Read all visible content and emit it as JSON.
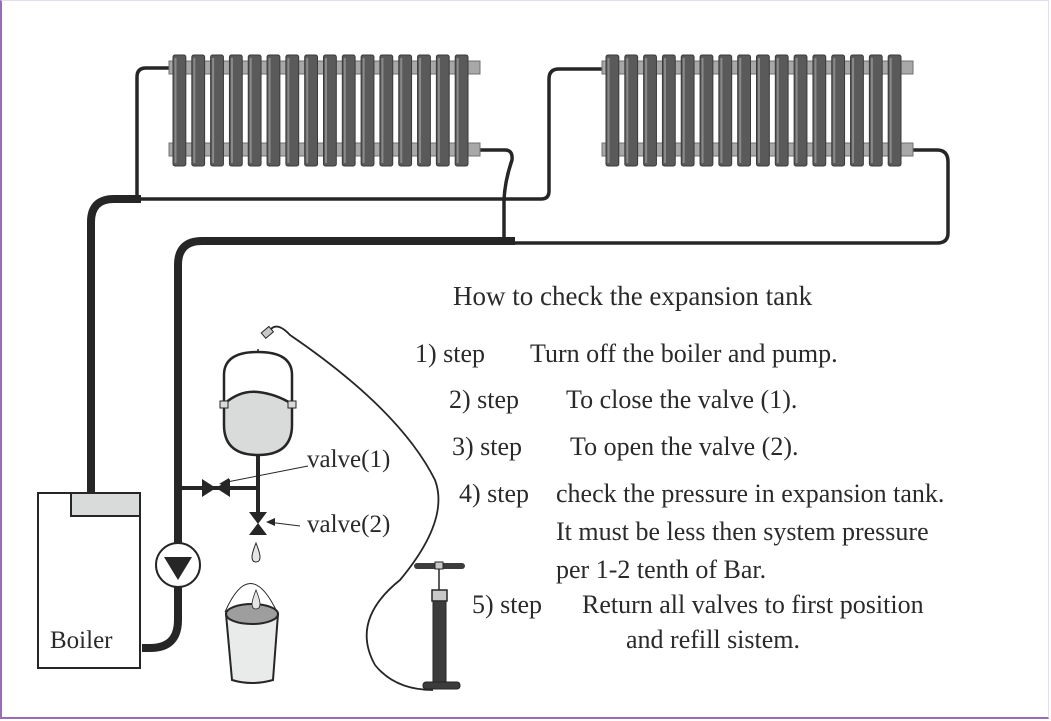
{
  "diagram": {
    "title": "How to check the expansion tank",
    "components": {
      "boiler_label": "Boiler",
      "valve1_label": "valve(1)",
      "valve2_label": "valve(2)"
    },
    "steps": [
      {
        "number": "1) step",
        "lines": [
          "Turn off the boiler and pump."
        ]
      },
      {
        "number": "2) step",
        "lines": [
          "To close the valve (1)."
        ]
      },
      {
        "number": "3) step",
        "lines": [
          "To open the valve (2)."
        ]
      },
      {
        "number": "4) step",
        "lines": [
          "check the pressure in expansion tank.",
          "It must be less then system pressure",
          "per 1-2 tenth of Bar."
        ]
      },
      {
        "number": "5) step",
        "lines": [
          "Return all valves to first position",
          "and refill sistem."
        ]
      }
    ],
    "icons": {
      "radiator_1": "radiator-icon",
      "radiator_2": "radiator-icon",
      "boiler": "boiler-icon",
      "pump": "circulation-pump-icon",
      "expansion_tank": "expansion-tank-icon",
      "valve_1": "valve-icon",
      "valve_2": "valve-icon",
      "water_drop": "water-drop-icon",
      "bucket": "bucket-icon",
      "hand_pump": "air-pump-icon"
    },
    "radiator_sections": 16,
    "colors": {
      "pipe": "#262626",
      "radiator_fin": "#5a5a5a",
      "radiator_connector": "#a8a8a8",
      "tank_fill": "#d9dada",
      "frame_border": "#9b6bb8"
    }
  }
}
